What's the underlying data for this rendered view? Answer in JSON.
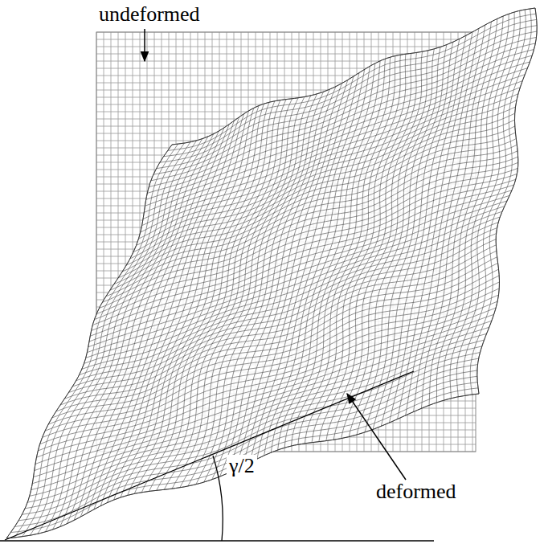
{
  "diagram": {
    "labels": [
      "undeformed",
      "deformed",
      "γ/2"
    ]
  }
}
